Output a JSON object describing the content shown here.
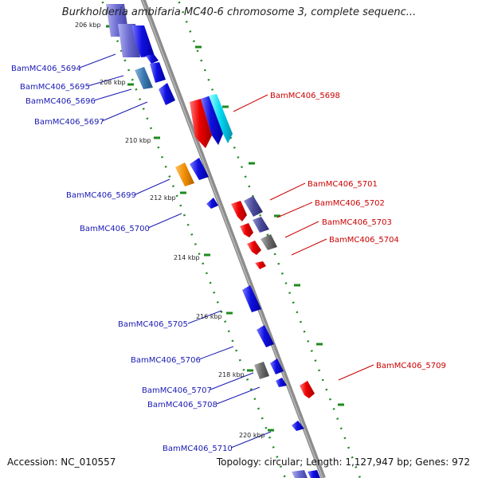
{
  "header": {
    "title": "Burkholderia ambifaria MC40-6 chromosome 3, complete sequenc..."
  },
  "footer": {
    "accession": "Accession: NC_010557",
    "summary": "Topology: circular; Length: 1,127,947 bp; Genes: 972"
  },
  "map": {
    "tick_labels": [
      "206 kbp",
      "208 kbp",
      "210 kbp",
      "212 kbp",
      "214 kbp",
      "216 kbp",
      "218 kbp",
      "220 kbp"
    ],
    "genes_reverse": [
      "BamMC406_5694",
      "BamMC406_5695",
      "BamMC406_5696",
      "BamMC406_5697",
      "BamMC406_5699",
      "BamMC406_5700",
      "BamMC406_5705",
      "BamMC406_5706",
      "BamMC406_5707",
      "BamMC406_5708",
      "BamMC406_5710"
    ],
    "genes_forward": [
      "BamMC406_5698",
      "BamMC406_5701",
      "BamMC406_5702",
      "BamMC406_5703",
      "BamMC406_5704",
      "BamMC406_5709"
    ]
  },
  "colors": {
    "reverse_label": "#1a1ab4",
    "forward_label": "#cc0000",
    "backbone": "#8c8c8c",
    "dotted_track": "#1e8a1e"
  }
}
